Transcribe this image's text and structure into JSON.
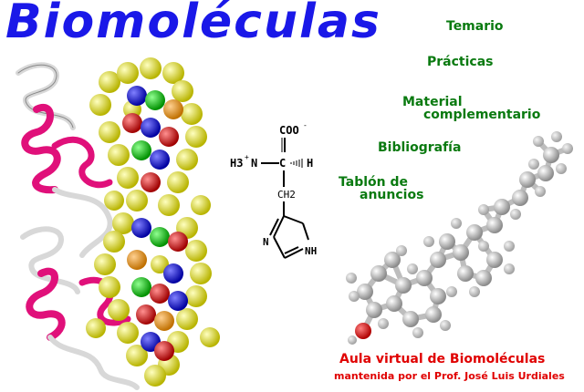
{
  "header": {
    "title": "Biomoléculas"
  },
  "nav": {
    "temario": "Temario",
    "practicas": "Prácticas",
    "material_1": "Material",
    "material_2": "complementario",
    "bibliografia": "Bibliografía",
    "tablon_1": "Tablón de",
    "tablon_2": "anuncios"
  },
  "formula": {
    "carboxyl": "COO",
    "carboxyl_charge": "-",
    "amine": "H3",
    "amine_charge": "+",
    "nitrogen": "N",
    "carbon": "C",
    "hydrogen": "H",
    "methylene": "CH2",
    "ring_nh": "NH",
    "ring_n": "N"
  },
  "footer": {
    "line1": "Aula virtual de Biomoléculas",
    "line2": "mantenida por el Prof. José Luis Urdiales"
  },
  "colors": {
    "title": "#1a18e8",
    "links": "#0a7a10",
    "footer": "#e00000",
    "helix_protein": "#e0107a",
    "dna_backbone": "#f2ee3a"
  }
}
